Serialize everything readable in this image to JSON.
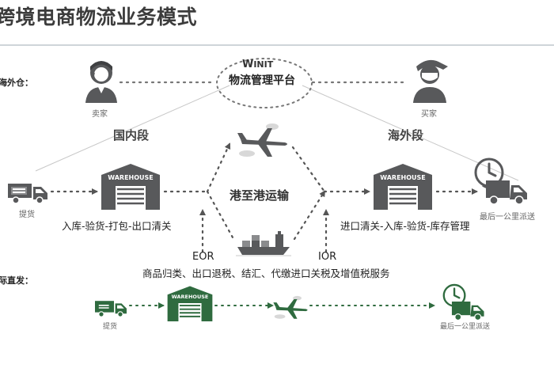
{
  "title": "跨境电商物流业务模式",
  "sections": {
    "overseas_warehouse": "海外仓：",
    "direct_mail": "际直发："
  },
  "platform": {
    "logo": "INIT",
    "name": "物流管理平台"
  },
  "actors": {
    "seller": "卖家",
    "buyer": "买家"
  },
  "segments": {
    "domestic": "国内段",
    "overseas": "海外段",
    "port_to_port": "港至港运输"
  },
  "nodes": {
    "pickup": "提货",
    "warehouse_sign": "WAREHOUSE",
    "last_mile": "最后一公里派送"
  },
  "processes": {
    "domestic_steps": "入库-验货-打包-出口清关",
    "overseas_steps": "进口清关-入库-验货-库存管理",
    "eor": "EOR",
    "ior": "IOR",
    "services": "商品归类、出口退税、结汇、代缴进口关税及增值税服务"
  },
  "colors": {
    "dark_gray": "#58595b",
    "green": "#2f6b3f",
    "dotted": "#666666"
  }
}
